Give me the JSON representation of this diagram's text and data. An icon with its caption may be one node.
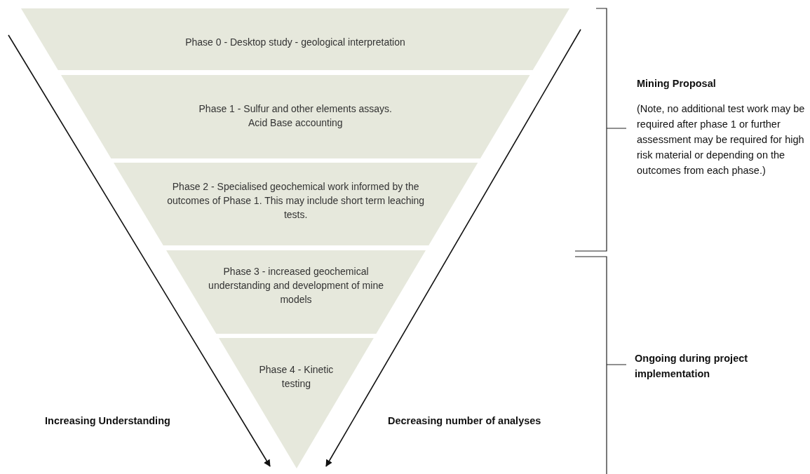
{
  "diagram": {
    "nodes": [
      {
        "text": [
          "Phase 0 - Desktop study - geological interpretation"
        ]
      },
      {
        "text": [
          "Phase 1 - Sulfur and other elements assays. Acid Base accounting"
        ]
      },
      {
        "text": [
          "Phase 2 - Specialised geochemical work informed by the outcomes of Phase 1. This may include short term leaching tests."
        ]
      },
      {
        "text": [
          "Phase 3 - increased geochemical understanding and development of mine models"
        ]
      },
      {
        "text": [
          "Phase 4 - Kinetic testing"
        ]
      }
    ],
    "labels": [
      "Mining Proposal",
      "(Note, no additional test work may be required after phase 1 or further assessment may be required for high risk material or depending on the outcomes from each phase.)",
      "Ongoing during project implementation",
      "Increasing Understanding",
      "Decreasing number of analyses"
    ]
  }
}
